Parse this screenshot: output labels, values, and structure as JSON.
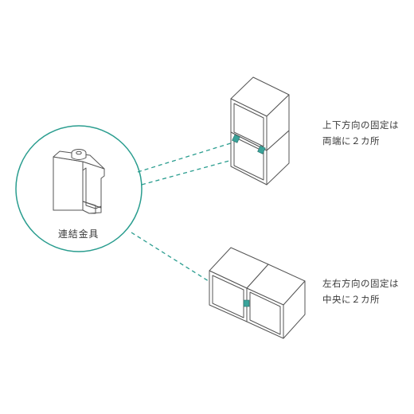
{
  "connector": {
    "label": "連結金具"
  },
  "vertical_fixing": {
    "line1": "上下方向の固定は",
    "line2": "両端に２カ所"
  },
  "horizontal_fixing": {
    "line1": "左右方向の固定は",
    "line2": "中央に２カ所"
  },
  "colors": {
    "outline": "#555555",
    "accent": "#2a9d8f",
    "clip_fill": "#3aa39a"
  }
}
